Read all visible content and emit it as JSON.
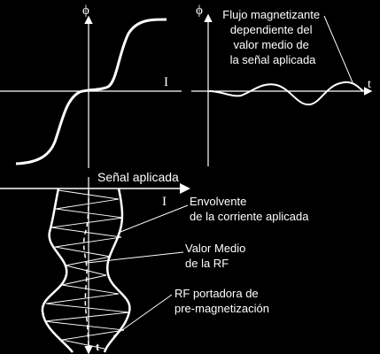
{
  "diagram": {
    "colors": {
      "background": "#000000",
      "ink": "#ffffff"
    },
    "top_left_plot": {
      "y_axis_label": "ϕ",
      "x_axis_label": "I"
    },
    "top_right_plot": {
      "y_axis_label": "ϕ",
      "x_axis_label": "t",
      "annotation_lines": [
        "Flujo magnetizante",
        "dependiente del",
        "valor medio de",
        "la señal aplicada"
      ]
    },
    "bottom_plot": {
      "signal_label": "Señal aplicada",
      "x_axis_label": "I",
      "time_label": "t",
      "annotations": [
        {
          "lines": [
            "Envolvente",
            "de la corriente aplicada"
          ]
        },
        {
          "lines": [
            "Valor Medio",
            "de la RF"
          ]
        },
        {
          "lines": [
            "RF portadora de",
            "pre-magnetización"
          ]
        }
      ]
    }
  }
}
